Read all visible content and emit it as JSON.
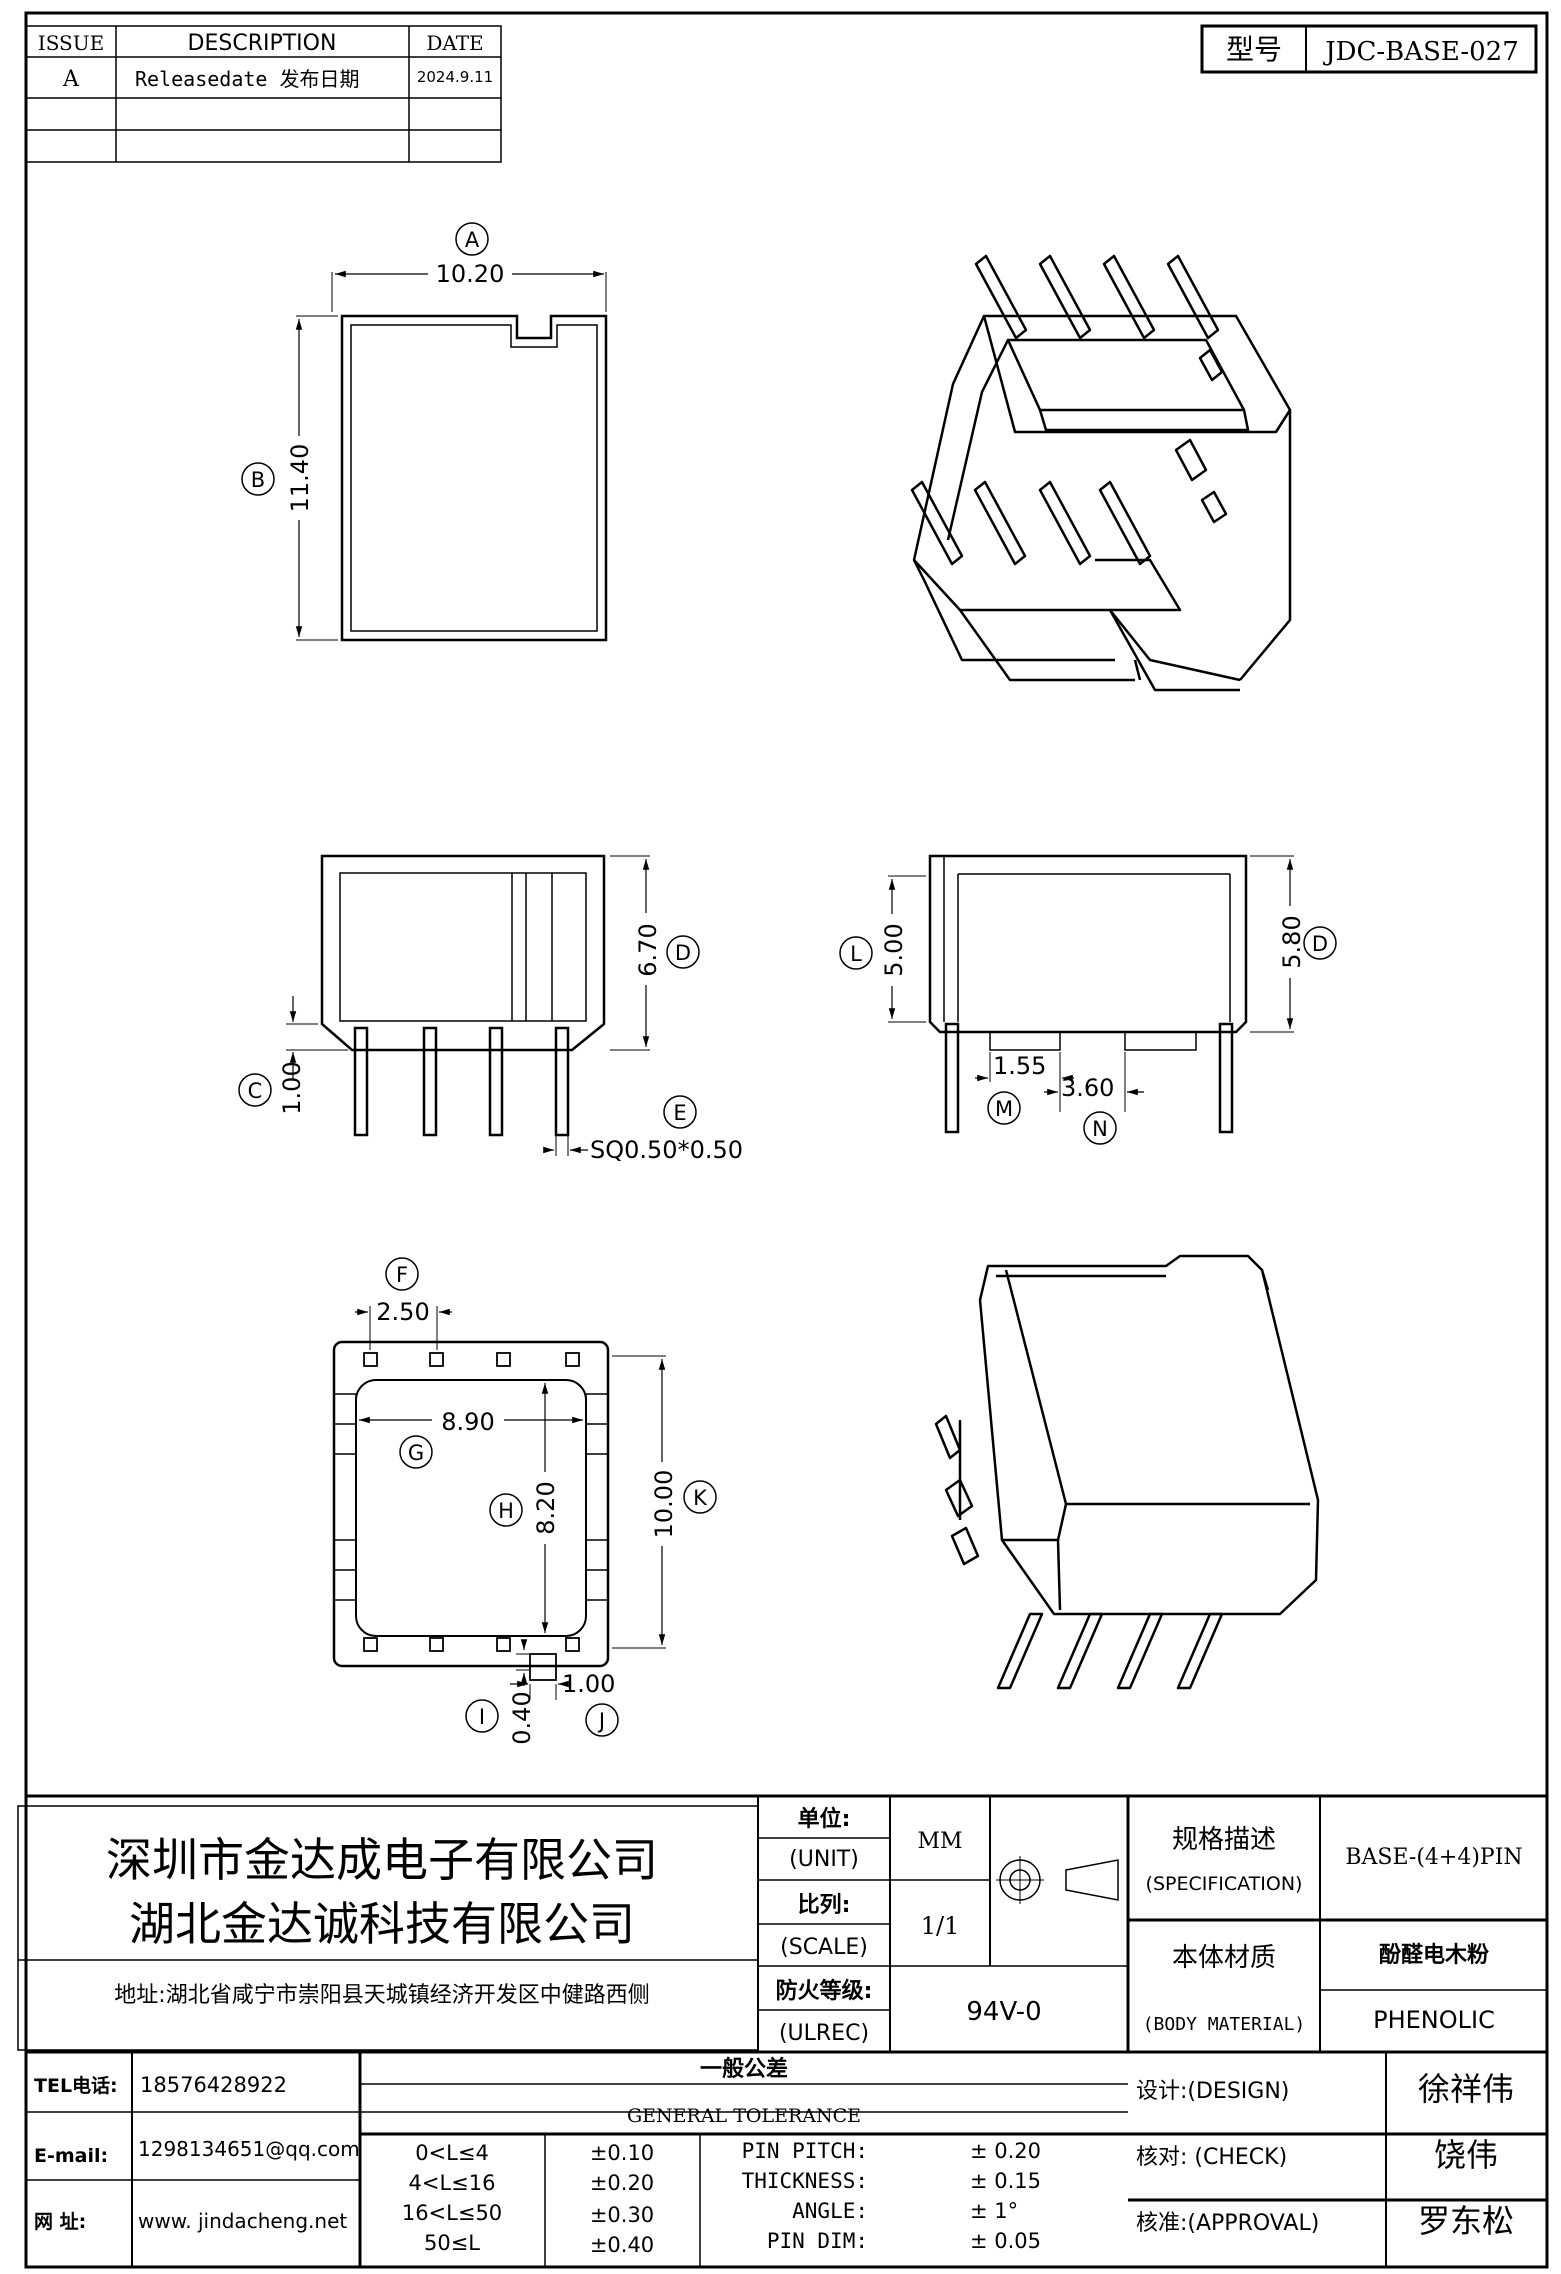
{
  "model_box": {
    "label": "型号",
    "value": "JDC-BASE-027"
  },
  "revision_table": {
    "headers": [
      "ISSUE",
      "DESCRIPTION",
      "DATE"
    ],
    "rows": [
      {
        "issue": "A",
        "description": "Releasedate 发布日期",
        "date": "2024.9.11"
      },
      {
        "issue": "",
        "description": "",
        "date": ""
      },
      {
        "issue": "",
        "description": "",
        "date": ""
      }
    ]
  },
  "dimensions": {
    "A": {
      "letter": "A",
      "value": "10.20"
    },
    "B": {
      "letter": "B",
      "value": "11.40"
    },
    "C": {
      "letter": "C",
      "value": "1.00"
    },
    "D1": {
      "letter": "D",
      "value": "6.70"
    },
    "E": {
      "letter": "E",
      "value": "SQ0.50*0.50"
    },
    "L": {
      "letter": "L",
      "value": "5.00"
    },
    "D2": {
      "letter": "D",
      "value": "5.80"
    },
    "M": {
      "letter": "M",
      "value": "1.55"
    },
    "N": {
      "letter": "N",
      "value": "3.60"
    },
    "F": {
      "letter": "F",
      "value": "2.50"
    },
    "G": {
      "letter": "G",
      "value": "8.90"
    },
    "H": {
      "letter": "H",
      "value": "8.20"
    },
    "K": {
      "letter": "K",
      "value": "10.00"
    },
    "I": {
      "letter": "I",
      "value": "0.40"
    },
    "J": {
      "letter": "J",
      "value": "1.00"
    }
  },
  "title_block": {
    "company_line1": "深圳市金达成电子有限公司",
    "company_line2": "湖北金达诚科技有限公司",
    "address": "地址:湖北省咸宁市崇阳县天城镇经济开发区中健路西侧",
    "unit_label_cn": "单位:",
    "unit_label_en": "(UNIT)",
    "unit_value": "MM",
    "scale_label_cn": "比列:",
    "scale_label_en": "(SCALE)",
    "scale_value": "1/1",
    "fire_label_cn": "防火等级:",
    "fire_label_en": "(ULREC)",
    "fire_value": "94V-0",
    "spec_label_cn": "规格描述",
    "spec_label_en": "(SPECIFICATION)",
    "spec_value": "BASE-(4+4)PIN",
    "material_label_cn": "本体材质",
    "material_label_en": "(BODY MATERIAL)",
    "material_value_cn": "酚醛电木粉",
    "material_value_en": "PHENOLIC",
    "tel_label": "TEL电话:",
    "tel_value": "18576428922",
    "email_label": "E-mail:",
    "email_value": "1298134651@qq.com",
    "web_label": "网  址:",
    "web_value": "www. jindacheng.net",
    "tolerance_title_cn": "一般公差",
    "tolerance_title_en": "GENERAL TOLERANCE",
    "tolerance_rows": [
      {
        "range": "0<L≤4",
        "tol": "±0.10",
        "item": "PIN PITCH:",
        "item_tol": "±  0.20"
      },
      {
        "range": "4<L≤16",
        "tol": "±0.20",
        "item": "THICKNESS:",
        "item_tol": "±  0.15"
      },
      {
        "range": "16<L≤50",
        "tol": "±0.30",
        "item": "ANGLE:",
        "item_tol": "±  1°"
      },
      {
        "range": "50≤L",
        "tol": "±0.40",
        "item": "PIN DIM:",
        "item_tol": "±  0.05"
      }
    ],
    "design_label": "设计:(DESIGN)",
    "design_name": "徐祥伟",
    "check_label": "核对: (CHECK)",
    "check_name": "饶伟",
    "approval_label": "核准:(APPROVAL)",
    "approval_name": "罗东松"
  }
}
